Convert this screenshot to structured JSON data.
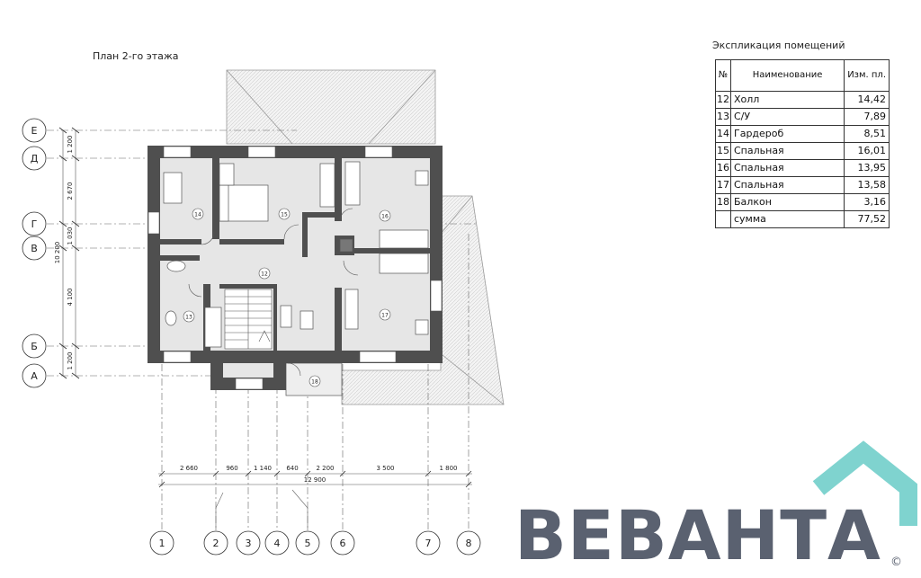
{
  "plan_title": "План 2-го этажа",
  "explication": {
    "title": "Экспликация помещений",
    "header": {
      "num": "№",
      "name": "Наименование",
      "area": "Изм. пл."
    },
    "rows": [
      {
        "num": "12",
        "name": "Холл",
        "area": "14,42"
      },
      {
        "num": "13",
        "name": "С/У",
        "area": "7,89"
      },
      {
        "num": "14",
        "name": "Гардероб",
        "area": "8,51"
      },
      {
        "num": "15",
        "name": "Спальная",
        "area": "16,01"
      },
      {
        "num": "16",
        "name": "Спальная",
        "area": "13,95"
      },
      {
        "num": "17",
        "name": "Спальная",
        "area": "13,58"
      },
      {
        "num": "18",
        "name": "Балкон",
        "area": "3,16"
      }
    ],
    "total": {
      "name": "сумма",
      "area": "77,52"
    }
  },
  "axes_letters": [
    "Е",
    "Д",
    "Г",
    "В",
    "Б",
    "А"
  ],
  "axes_numbers": [
    "1",
    "2",
    "3",
    "4",
    "5",
    "6",
    "7",
    "8"
  ],
  "vertical_dims": [
    "1 200",
    "2 670",
    "1 030",
    "4 100",
    "1 200"
  ],
  "vertical_total": "10 200",
  "horizontal_dims": [
    "2 660",
    "960",
    "1 140",
    "640",
    "2 200",
    "3 500",
    "1 800"
  ],
  "horizontal_total": "12 900",
  "room_labels": [
    "14",
    "15",
    "16",
    "12",
    "13",
    "17",
    "18"
  ],
  "brand": "ВЕВАНТА",
  "brand_mark": "©",
  "colors": {
    "wall": "#4f4f4f",
    "floor": "#e6e6e6",
    "brand_text": "#5a6170",
    "brand_roof": "#7fd3cf"
  }
}
